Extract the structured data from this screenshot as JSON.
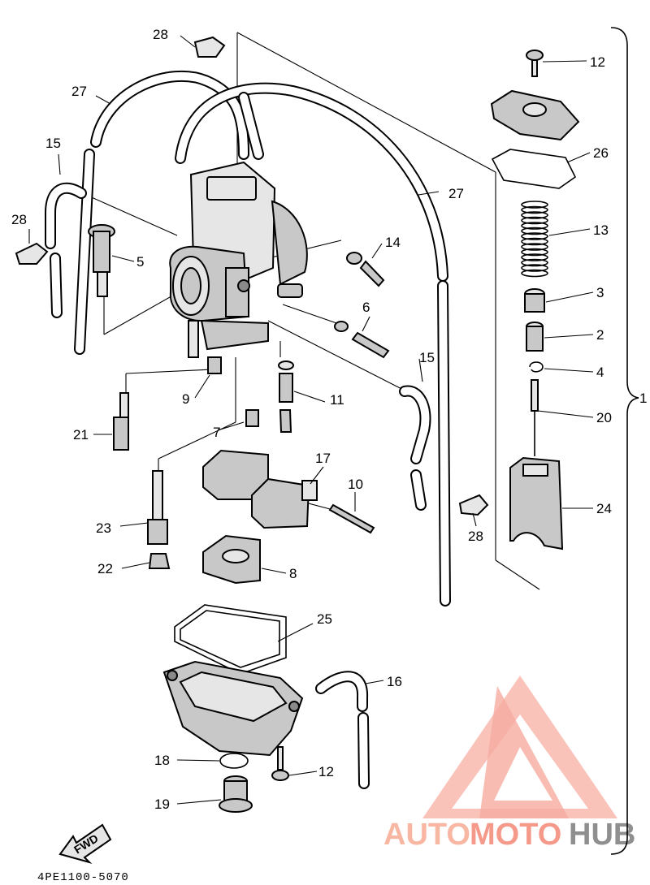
{
  "labels": {
    "p1": "1",
    "p2": "2",
    "p3": "3",
    "p4": "4",
    "p5": "5",
    "p6": "6",
    "p7": "7",
    "p8": "8",
    "p9": "9",
    "p10": "10",
    "p11": "11",
    "p12a": "12",
    "p12b": "12",
    "p13": "13",
    "p14": "14",
    "p15a": "15",
    "p15b": "15",
    "p16": "16",
    "p17": "17",
    "p18": "18",
    "p19": "19",
    "p20": "20",
    "p21": "21",
    "p22": "22",
    "p23": "23",
    "p24": "24",
    "p25": "25",
    "p26": "26",
    "p27a": "27",
    "p27b": "27",
    "p28a": "28",
    "p28b": "28",
    "p28c": "28"
  },
  "fwd": "FWD",
  "diagram_code": "4PE1100-5070",
  "watermark": {
    "part1": "AUTO",
    "part2": "MOTO",
    "part3": "HUB",
    "color_light": "#f7b9a8",
    "color_mid": "#f59a8a",
    "color_dark": "#9a9a9a"
  }
}
